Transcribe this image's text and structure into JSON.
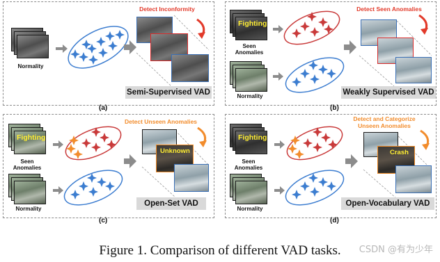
{
  "figure": {
    "caption": "Figure 1. Comparison of different VAD tasks.",
    "watermark": "CSDN @有为少年"
  },
  "panels": [
    {
      "id": "a",
      "label": "(a)",
      "title": "Semi-Supervised VAD",
      "detect_label": "Detect Inconformity",
      "inputs": [
        "Normality"
      ]
    },
    {
      "id": "b",
      "label": "(b)",
      "title": "Weakly Supervised VAD",
      "detect_label": "Detect Seen Anomalies",
      "inputs": [
        "Seen Anomalies",
        "Normality"
      ],
      "anomaly_tag": "Fighting"
    },
    {
      "id": "c",
      "label": "(c)",
      "title": "Open-Set VAD",
      "detect_label": "Detect Unseen Anomalies",
      "inputs": [
        "Seen Anomalies",
        "Normality"
      ],
      "anomaly_tag": "Fighting",
      "output_tag": "Unknown"
    },
    {
      "id": "d",
      "label": "(d)",
      "title": "Open-Vocabulary VAD",
      "detect_label": "Detect and Categorize Unseen Anomalies",
      "inputs": [
        "Seen Anomalies",
        "Normality"
      ],
      "anomaly_tag": "Fighting",
      "output_tag": "Crash"
    }
  ],
  "colors": {
    "normal_cluster": "#3c7dd0",
    "anomaly_cluster": "#c93a3a",
    "unseen_points": "#f28c2c",
    "detect_red": "#e23a2a",
    "detect_orange": "#f28c2c",
    "title_box": "#d9d9d9",
    "arrow_gray": "#8c8c8c"
  }
}
